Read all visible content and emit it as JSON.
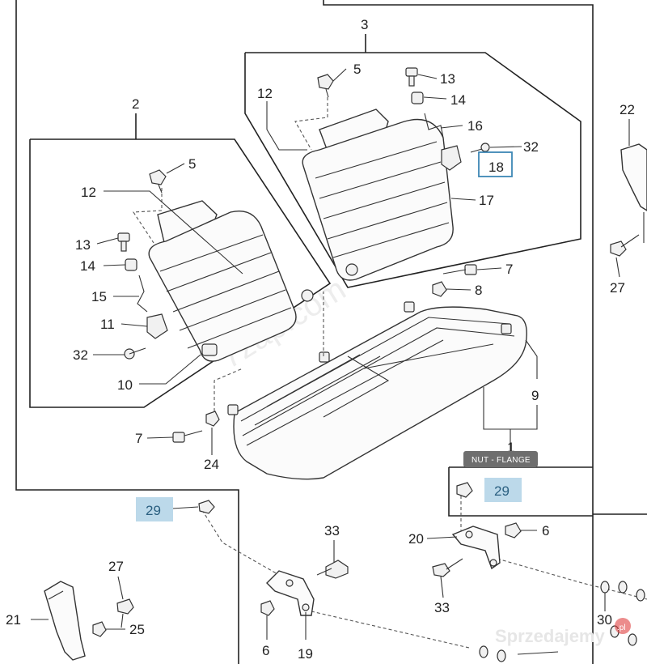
{
  "diagram": {
    "tooltip": "NUT - FLANGE",
    "watermark": "7zap.com",
    "logo": {
      "text": "Sprzedajemy",
      "suffix": ".pl"
    },
    "highlight_color": "#bcd9ea",
    "callouts": [
      {
        "id": "c2",
        "label": "2"
      },
      {
        "id": "c3",
        "label": "3"
      },
      {
        "id": "c5a",
        "label": "5"
      },
      {
        "id": "c5b",
        "label": "5"
      },
      {
        "id": "c12a",
        "label": "12"
      },
      {
        "id": "c12b",
        "label": "12"
      },
      {
        "id": "c13a",
        "label": "13"
      },
      {
        "id": "c13b",
        "label": "13"
      },
      {
        "id": "c14a",
        "label": "14"
      },
      {
        "id": "c14b",
        "label": "14"
      },
      {
        "id": "c15",
        "label": "15"
      },
      {
        "id": "c16",
        "label": "16"
      },
      {
        "id": "c17",
        "label": "17"
      },
      {
        "id": "c18",
        "label": "18"
      },
      {
        "id": "c11",
        "label": "11"
      },
      {
        "id": "c10",
        "label": "10"
      },
      {
        "id": "c32a",
        "label": "32"
      },
      {
        "id": "c32b",
        "label": "32"
      },
      {
        "id": "c7a",
        "label": "7"
      },
      {
        "id": "c7b",
        "label": "7"
      },
      {
        "id": "c8",
        "label": "8"
      },
      {
        "id": "c9",
        "label": "9"
      },
      {
        "id": "c24",
        "label": "24"
      },
      {
        "id": "c22",
        "label": "22"
      },
      {
        "id": "c27a",
        "label": "27"
      },
      {
        "id": "c27b",
        "label": "27"
      },
      {
        "id": "c29a",
        "label": "29"
      },
      {
        "id": "c29b",
        "label": "29"
      },
      {
        "id": "c33a",
        "label": "33"
      },
      {
        "id": "c33b",
        "label": "33"
      },
      {
        "id": "c20",
        "label": "20"
      },
      {
        "id": "c6a",
        "label": "6"
      },
      {
        "id": "c6b",
        "label": "6"
      },
      {
        "id": "c19",
        "label": "19"
      },
      {
        "id": "c21",
        "label": "21"
      },
      {
        "id": "c25",
        "label": "25"
      },
      {
        "id": "c30",
        "label": "30"
      },
      {
        "id": "c1",
        "label": "1"
      }
    ]
  }
}
